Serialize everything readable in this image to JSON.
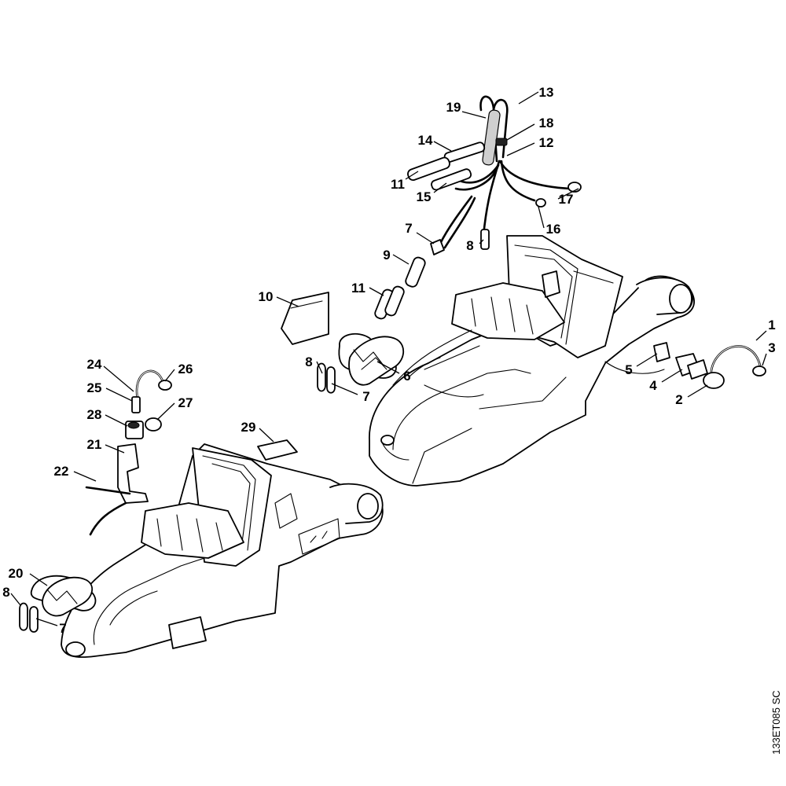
{
  "drawing_code": "133ET085 SC",
  "callouts": {
    "c1": "1",
    "c2": "2",
    "c3": "3",
    "c4": "4",
    "c5": "5",
    "c6": "6",
    "c7a": "7",
    "c7b": "7",
    "c7c": "7",
    "c8a": "8",
    "c8b": "8",
    "c8c": "8",
    "c9": "9",
    "c10": "10",
    "c11a": "11",
    "c11b": "11",
    "c12": "12",
    "c13": "13",
    "c14": "14",
    "c15": "15",
    "c16": "16",
    "c17": "17",
    "c18": "18",
    "c19": "19",
    "c20": "20",
    "c21": "21",
    "c22": "22",
    "c24": "24",
    "c25": "25",
    "c26": "26",
    "c27": "27",
    "c28": "28",
    "c29": "29"
  }
}
